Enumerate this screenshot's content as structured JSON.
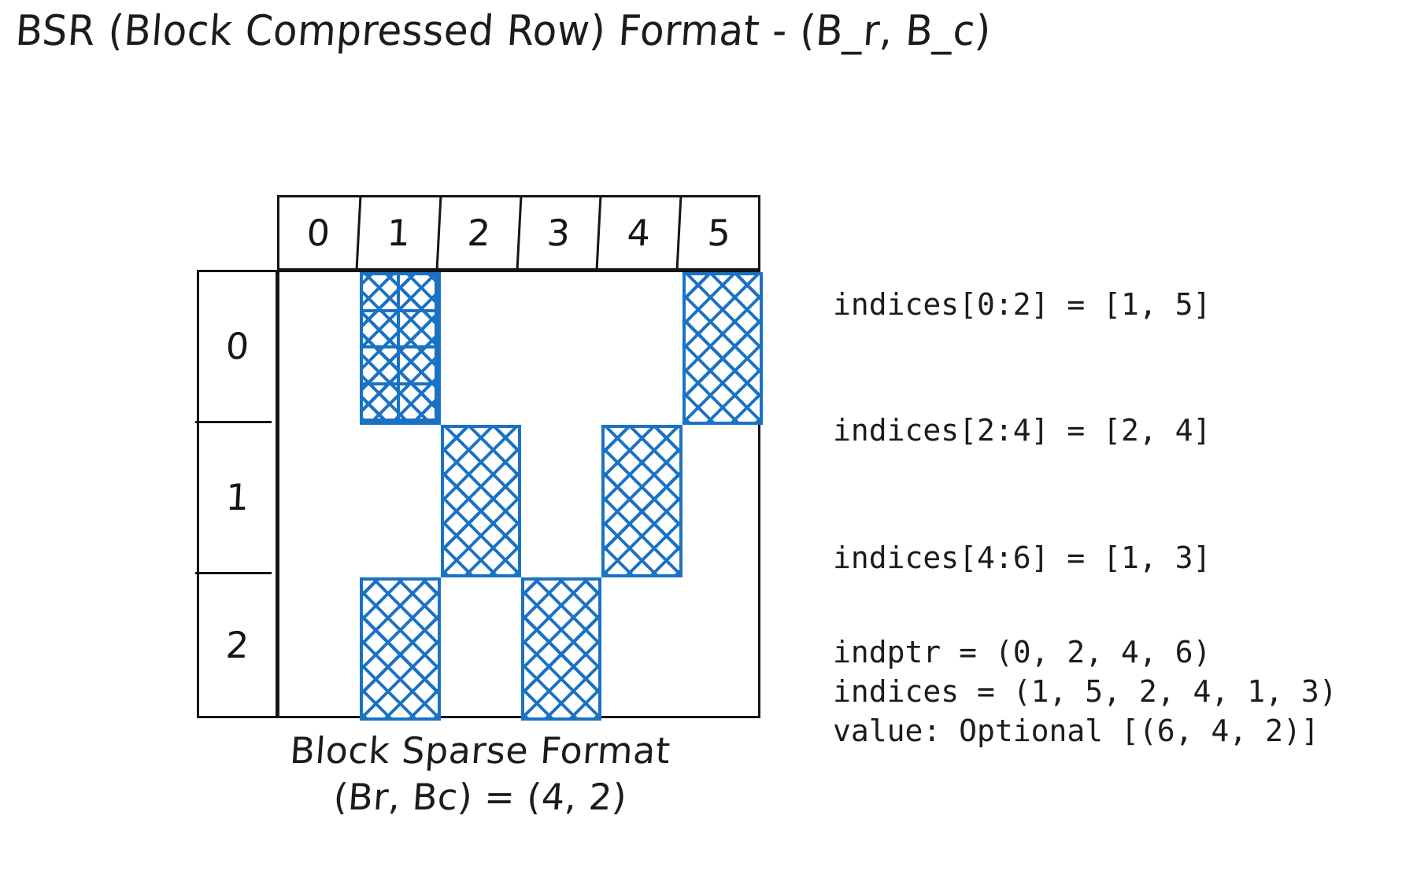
{
  "title": "BSR (Block Compressed Row) Format - (B_r, B_c)",
  "matrix": {
    "column_headers": [
      "0",
      "1",
      "2",
      "3",
      "4",
      "5"
    ],
    "row_headers": [
      "0",
      "1",
      "2"
    ],
    "block_rows": 3,
    "block_cols": 6,
    "nonzero_blocks": [
      {
        "row": 0,
        "col": 1,
        "subdivided": true,
        "sub_rows": 4,
        "sub_cols": 2
      },
      {
        "row": 0,
        "col": 5,
        "subdivided": false
      },
      {
        "row": 1,
        "col": 2,
        "subdivided": false
      },
      {
        "row": 1,
        "col": 4,
        "subdivided": false
      },
      {
        "row": 2,
        "col": 1,
        "subdivided": false
      },
      {
        "row": 2,
        "col": 3,
        "subdivided": false
      }
    ],
    "block_color": "#1a72c4",
    "line_color": "#151515"
  },
  "caption": {
    "line1": "Block Sparse Format",
    "line2": "(Br, Bc) = (4, 2)"
  },
  "annotations": {
    "indices_row0": "indices[0:2] = [1, 5]",
    "indices_row1": "indices[2:4] = [2, 4]",
    "indices_row2": "indices[4:6] = [1, 3]",
    "indptr": "indptr = (0, 2, 4, 6)",
    "indices": "indices = (1, 5, 2, 4, 1, 3)",
    "value": "value: Optional [(6, 4, 2)]"
  }
}
